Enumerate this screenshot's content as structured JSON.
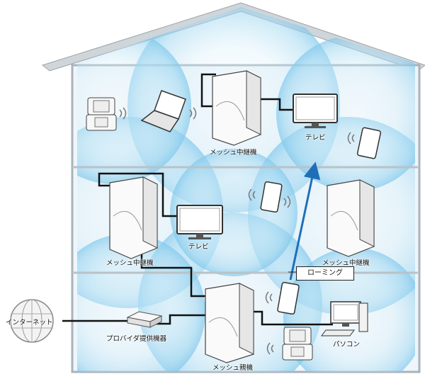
{
  "labels": {
    "mesh_relay_top": "メッシュ中継機",
    "mesh_relay_left": "メッシュ中継機",
    "mesh_relay_right": "メッシュ中継機",
    "mesh_parent": "メッシュ親機",
    "tv_top": "テレビ",
    "tv_middle": "テレビ",
    "internet": "インターネット",
    "provider_device": "プロバイダ提供機器",
    "pc": "パソコン",
    "roaming": "ローミング"
  },
  "colors": {
    "house_outline": "#bcc3c8",
    "wave_fill": "#bfe6f7",
    "wave_ring": "#7fc8ec",
    "roaming_arrow": "#1f6fb8",
    "cable": "#111111"
  }
}
